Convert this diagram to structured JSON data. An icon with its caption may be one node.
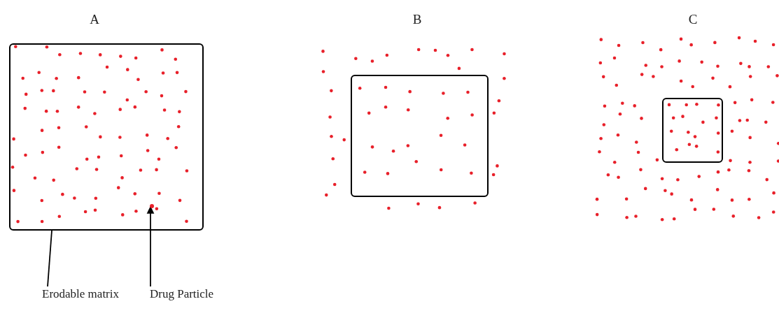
{
  "diagram": {
    "nodes": [
      {
        "text": [],
        "shape": "box"
      },
      {
        "text": [],
        "shape": "circle",
        "in": 0
      },
      {
        "text": [],
        "shape": "box"
      },
      {
        "text": [],
        "shape": "box"
      },
      {
        "text": [
          "Erodable matrix"
        ]
      },
      {
        "text": [
          "Drug Particle"
        ]
      }
    ],
    "edges": [
      {
        "from": 4,
        "to": 0,
        "arrow": "none"
      },
      {
        "from": 5,
        "to": 1,
        "arrow": "to"
      }
    ],
    "labels": [
      "A",
      "B",
      "C"
    ]
  }
}
